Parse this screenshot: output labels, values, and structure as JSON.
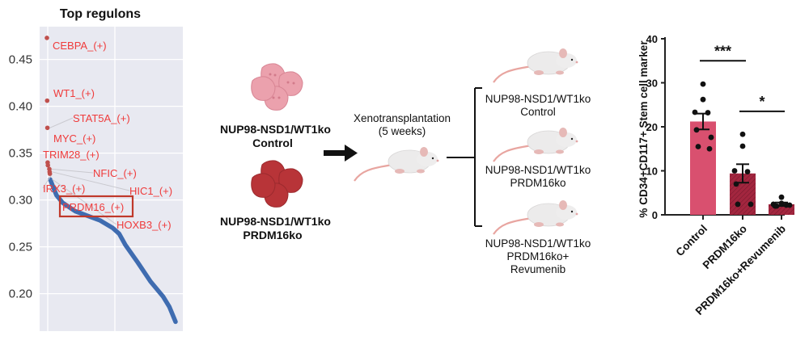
{
  "chart_data": [
    {
      "type": "scatter",
      "title": "Top regulons",
      "xlabel": "",
      "ylabel": "",
      "ylim": [
        0.16,
        0.485
      ],
      "yticks": [
        "0.20",
        "0.25",
        "0.30",
        "0.35",
        "0.40",
        "0.45"
      ],
      "ytick_values": [
        0.2,
        0.25,
        0.3,
        0.35,
        0.4,
        0.45
      ],
      "grid": true,
      "background": "#e8e9f1",
      "highlight_color": "#c0504d",
      "label_color": "#ef3b3b",
      "curve_color": "#3f6cb0",
      "highlight_box_label": "PRDM16_(+)",
      "labeled_points": [
        {
          "label": "CEBPA_(+)",
          "rank": 1,
          "value": 0.473
        },
        {
          "label": "WT1_(+)",
          "rank": 2,
          "value": 0.406
        },
        {
          "label": "STAT5A_(+)",
          "rank": 3,
          "value": 0.377
        },
        {
          "label": "MYC_(+)",
          "rank": 4,
          "value": 0.34
        },
        {
          "label": "TRIM28_(+)",
          "rank": 5,
          "value": 0.337
        },
        {
          "label": "NFIC_(+)",
          "rank": 6,
          "value": 0.333
        },
        {
          "label": "HIC1_(+)",
          "rank": 7,
          "value": 0.33
        },
        {
          "label": "IRX3_(+)",
          "rank": 8,
          "value": 0.328
        },
        {
          "label": "PRDM16_(+)",
          "rank": 9,
          "value": 0.324
        },
        {
          "label": "HOXB3_(+)",
          "rank": 10,
          "value": 0.322
        }
      ],
      "curve": {
        "rank_fraction": [
          0.0,
          0.05,
          0.1,
          0.2,
          0.3,
          0.4,
          0.5,
          0.55,
          0.6,
          0.7,
          0.8,
          0.9,
          0.95,
          1.0
        ],
        "values": [
          0.322,
          0.305,
          0.297,
          0.288,
          0.283,
          0.278,
          0.27,
          0.264,
          0.252,
          0.233,
          0.213,
          0.197,
          0.186,
          0.17
        ]
      }
    },
    {
      "type": "bar",
      "title": "",
      "xlabel": "",
      "ylabel": "% CD34+CD117+ Stem cell marker",
      "ylim": [
        0,
        40
      ],
      "yticks": [
        "0",
        "10",
        "20",
        "30",
        "40"
      ],
      "ytick_values": [
        0,
        10,
        20,
        30,
        40
      ],
      "grid": false,
      "categories": [
        "Control",
        "PRDM16ko",
        "PRDM16ko+Revumenib"
      ],
      "values": [
        21.2,
        9.4,
        2.4
      ],
      "sem": [
        1.8,
        2.1,
        0.4
      ],
      "bar_colors": [
        "#d9506f",
        "#a3263f",
        "#a3263f"
      ],
      "hatched": [
        false,
        true,
        true
      ],
      "points": [
        [
          29.7,
          26.2,
          23.3,
          23.2,
          19.3,
          17.6,
          15.5,
          15.0
        ],
        [
          18.3,
          15.6,
          10.0,
          9.8,
          7.0,
          2.4,
          2.4
        ],
        [
          4.0,
          2.6,
          2.4,
          2.2,
          2.0,
          2.2,
          2.0
        ]
      ],
      "significance": [
        {
          "from": 0,
          "to": 1,
          "label": "***",
          "y": 35
        },
        {
          "from": 1,
          "to": 2,
          "label": "*",
          "y": 23.5
        }
      ]
    }
  ],
  "schematic": {
    "groups": [
      {
        "line1": "NUP98-NSD1/WT1ko",
        "line2": "Control",
        "cell_color": "#eba1ad"
      },
      {
        "line1": "NUP98-NSD1/WT1ko",
        "line2": "PRDM16ko",
        "cell_color": "#b83438"
      }
    ],
    "procedure_line1": "Xenotransplantation",
    "procedure_line2": "(5 weeks)",
    "arms": [
      {
        "line1": "NUP98-NSD1/WT1ko",
        "line2": "Control",
        "line3": ""
      },
      {
        "line1": "NUP98-NSD1/WT1ko",
        "line2": "PRDM16ko",
        "line3": ""
      },
      {
        "line1": "NUP98-NSD1/WT1ko",
        "line2": "PRDM16ko+",
        "line3": "Revumenib"
      }
    ]
  }
}
